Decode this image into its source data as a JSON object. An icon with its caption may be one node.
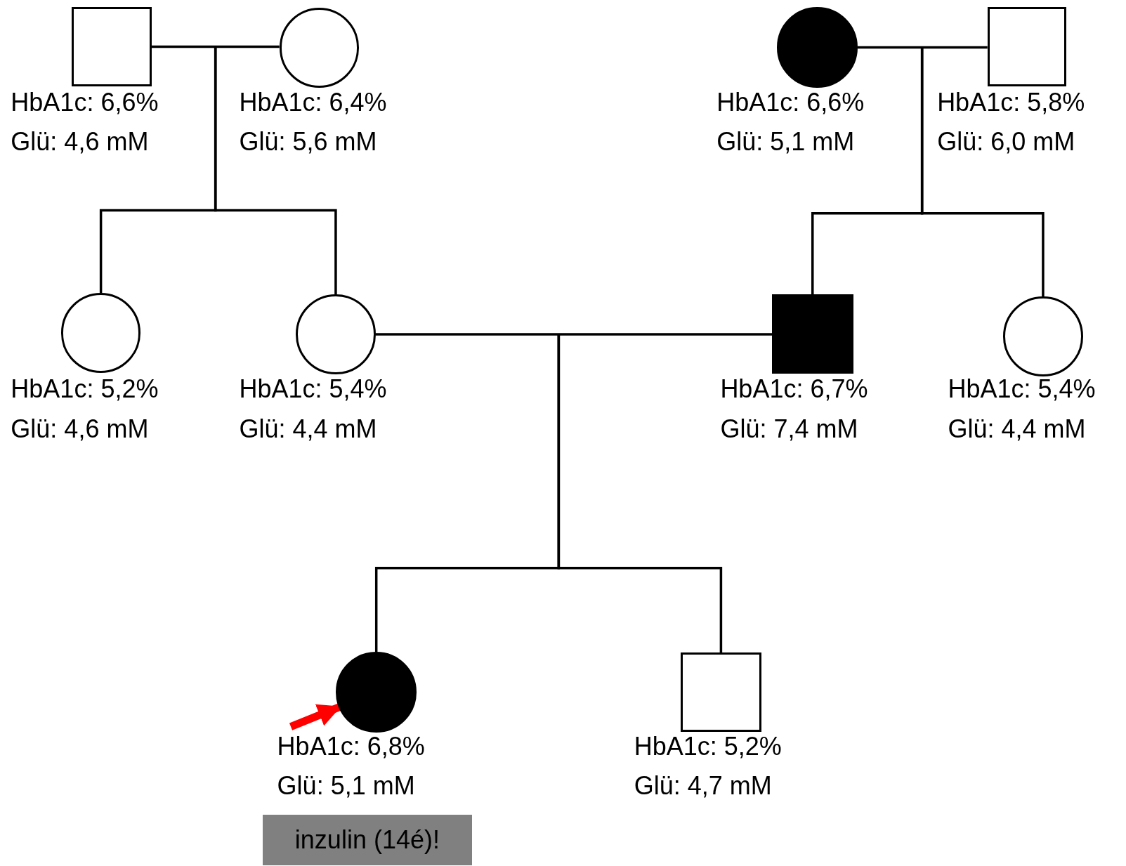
{
  "diagram": {
    "nodes": [
      {
        "text": [],
        "shape": "box",
        "beside": [
          "HbA1c: 6,6%",
          "Glü: 4,6 mM"
        ]
      },
      {
        "text": [],
        "shape": "circle",
        "beside": [
          "HbA1c: 6,4%",
          "Glü: 5,6 mM"
        ]
      },
      {
        "text": [],
        "shape": "disc",
        "beside": [
          "HbA1c: 6,6%",
          "Glü: 5,1 mM"
        ]
      },
      {
        "text": [],
        "shape": "box",
        "beside": [
          "HbA1c: 5,8%",
          "Glü: 6,0 mM"
        ]
      },
      {
        "text": [],
        "shape": "circle",
        "beside": [
          "HbA1c: 5,2%",
          "Glü: 4,6 mM"
        ]
      },
      {
        "text": [],
        "shape": "circle",
        "beside": [
          "HbA1c: 5,4%",
          "Glü: 4,4 mM"
        ]
      },
      {
        "text": [],
        "shape": "block",
        "beside": [
          "HbA1c: 6,7%",
          "Glü: 7,4 mM"
        ]
      },
      {
        "text": [],
        "shape": "circle",
        "beside": [
          "HbA1c: 5,4%",
          "Glü: 4,4 mM"
        ]
      },
      {
        "text": [],
        "shape": "disc",
        "beside": [
          "HbA1c: 6,8%",
          "Glü: 5,1 mM"
        ]
      },
      {
        "text": [],
        "shape": "box",
        "beside": [
          "HbA1c: 5,2%",
          "Glü: 4,7 mM"
        ]
      },
      {
        "text": [
          "inzulin (14é)!"
        ]
      }
    ],
    "edges": [
      {
        "from": 0,
        "to": 1,
        "arrow": "none"
      },
      {
        "from": 2,
        "to": 3,
        "arrow": "none"
      },
      {
        "from": null,
        "to": 4,
        "arrow": "none"
      },
      {
        "from": null,
        "to": 5,
        "arrow": "none"
      },
      {
        "from": null,
        "to": 6,
        "arrow": "none"
      },
      {
        "from": null,
        "to": 7,
        "arrow": "none"
      },
      {
        "from": 5,
        "to": 6,
        "arrow": "none"
      },
      {
        "from": null,
        "to": 8,
        "arrow": "none"
      },
      {
        "from": null,
        "to": 9,
        "arrow": "none"
      },
      {
        "from": null,
        "to": 8,
        "arrow": "to",
        "style": "thick",
        "color": "#ff0000"
      }
    ]
  }
}
